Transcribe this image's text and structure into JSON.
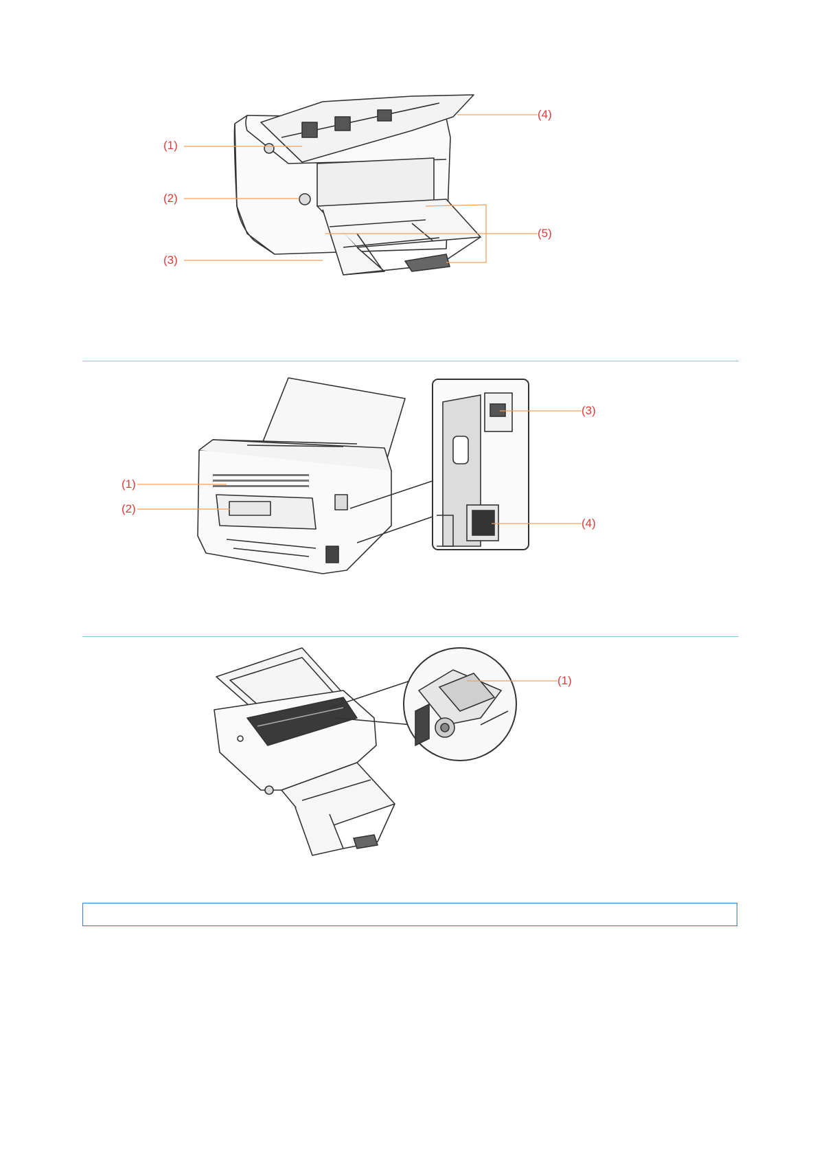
{
  "figures": {
    "front": {
      "labels": [
        "(1)",
        "(2)",
        "(3)",
        "(4)",
        "(5)"
      ]
    },
    "rear": {
      "labels": [
        "(1)",
        "(2)",
        "(3)",
        "(4)"
      ]
    },
    "interior": {
      "labels": [
        "(1)"
      ]
    }
  },
  "colors": {
    "callout_text": "#e03a3a",
    "callout_line": "#f0a060",
    "divider": "#8cc6e0",
    "note_border": "#3d7cc9"
  }
}
